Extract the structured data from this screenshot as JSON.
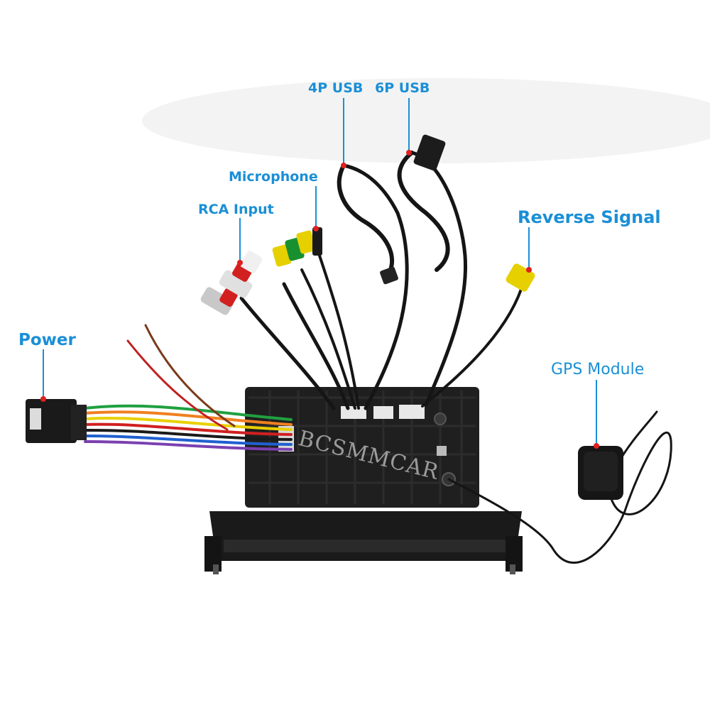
{
  "labels": {
    "usb4p": "4P USB",
    "usb6p": "6P USB",
    "microphone": "Microphone",
    "rca_input": "RCA Input",
    "reverse_signal": "Reverse Signal",
    "power": "Power",
    "gps_module": "GPS Module"
  },
  "watermark": "BCSMMCAR",
  "colors": {
    "callout_text": "#1a8fd6",
    "leader_dot": "#e02020",
    "unit_body": "#1c1c1c",
    "cable": "#151515"
  }
}
